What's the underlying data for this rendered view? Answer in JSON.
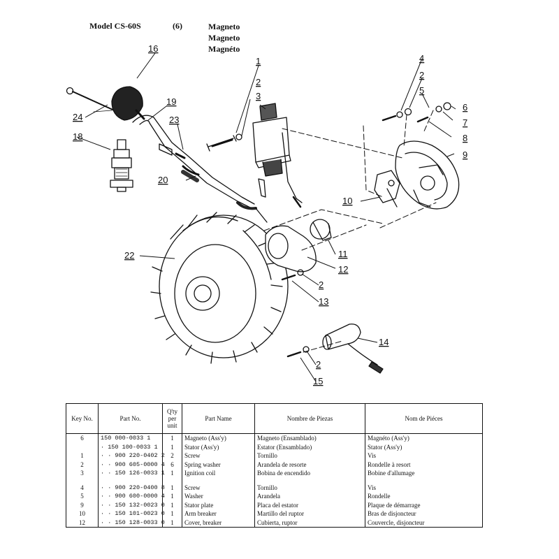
{
  "header": {
    "model": "Model  CS-60S",
    "section": "(6)",
    "title_en": "Magneto",
    "title_es": "Magneto",
    "title_fr": "Magnéto"
  },
  "callouts": [
    "16",
    "24",
    "18",
    "19",
    "23",
    "20",
    "1",
    "2",
    "3",
    "4",
    "2",
    "5",
    "6",
    "7",
    "8",
    "9",
    "10",
    "22",
    "11",
    "12",
    "2",
    "13",
    "14",
    "2",
    "15"
  ],
  "table": {
    "headers": {
      "key_no": "Key No.",
      "part_no": "Part No.",
      "qty": "Q'ty per unit",
      "part_name": "Part Name",
      "nombre": "Nombre de Piezas",
      "nom": "Nom de Piéces"
    },
    "rows": [
      {
        "key": "6",
        "part_no": "150 000-0033 1",
        "qty": "1",
        "name": "Magneto (Ass'y)",
        "nombre": "Magneto (Ensamblado)",
        "nom": "Magnéto (Ass'y)"
      },
      {
        "key": "",
        "part_no": "· 150 100-0033 1",
        "qty": "1",
        "name": "Stator (Ass'y)",
        "nombre": "Estator (Ensamblado)",
        "nom": "Stator (Ass'y)"
      },
      {
        "key": "1",
        "part_no": "· · 900 220-0402 2",
        "qty": "2",
        "name": "Screw",
        "nombre": "Tornillo",
        "nom": "Vis"
      },
      {
        "key": "2",
        "part_no": "· · 900 605-0000 4",
        "qty": "6",
        "name": "Spring washer",
        "nombre": "Arandela de resorte",
        "nom": "Rondelle à resort"
      },
      {
        "key": "3",
        "part_no": "· · 150 126-0033 1",
        "qty": "1",
        "name": "Ignition coil",
        "nombre": "Bobina de encendido",
        "nom": "Bobine d'allumage"
      },
      {
        "key": "",
        "part_no": "",
        "qty": "",
        "name": "",
        "nombre": "",
        "nom": ""
      },
      {
        "key": "4",
        "part_no": "· · 900 220-0400 8",
        "qty": "1",
        "name": "Screw",
        "nombre": "Tornillo",
        "nom": "Vis"
      },
      {
        "key": "5",
        "part_no": "· · 900 600-0000 4",
        "qty": "1",
        "name": "Washer",
        "nombre": "Arandela",
        "nom": "Rondelle"
      },
      {
        "key": "9",
        "part_no": "· · 150 132-0023 0",
        "qty": "1",
        "name": "Stator plate",
        "nombre": "Placa del estator",
        "nom": "Plaque de démarrage"
      },
      {
        "key": "10",
        "part_no": "· · 150 101-0023 0",
        "qty": "1",
        "name": "Arm breaker",
        "nombre": "Martillo del ruptor",
        "nom": "Bras de disjoncteur"
      },
      {
        "key": "12",
        "part_no": "· · 150 128-0033 0",
        "qty": "1",
        "name": "Cover, breaker",
        "nombre": "Cubierta, ruptor",
        "nom": "Couvercle, disjoncteur"
      }
    ]
  }
}
